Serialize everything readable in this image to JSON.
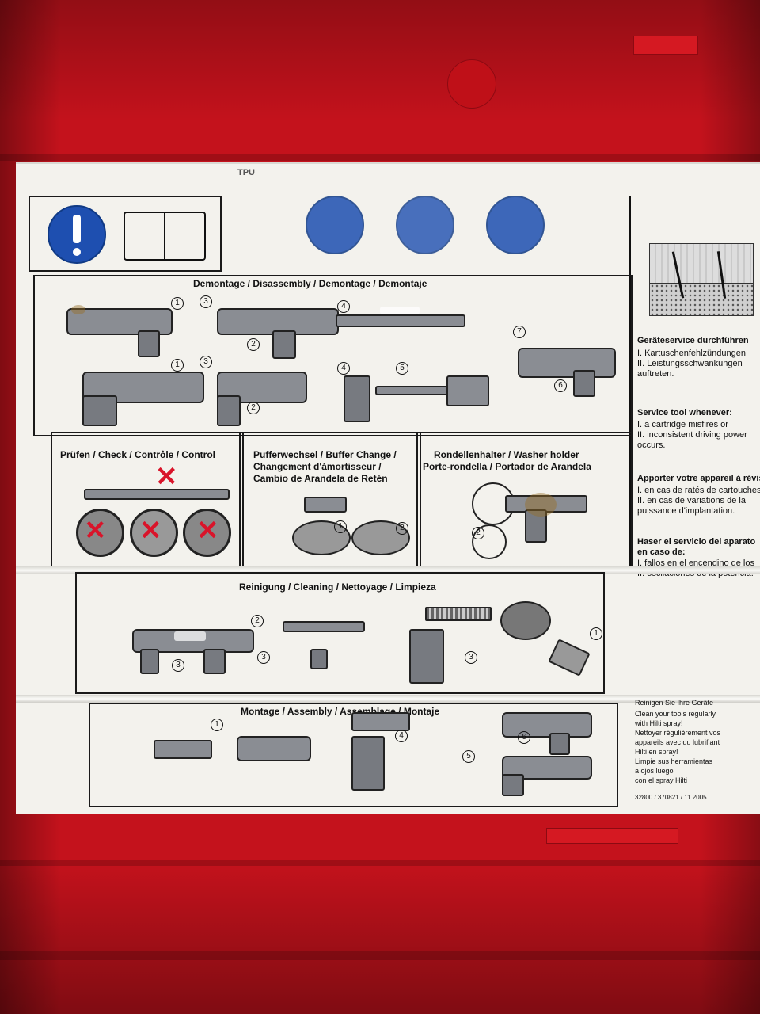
{
  "header_mark": "TPU",
  "sections": {
    "disassembly": {
      "title": "Demontage / Disassembly / Demontage / Demontaje"
    },
    "check": {
      "title": "Prüfen / Check / Contrôle / Control"
    },
    "buffer": {
      "title_lines": [
        "Pufferwechsel / Buffer Change /",
        "Changement d'ámortisseur /",
        "Cambio de Arandela de Retén"
      ]
    },
    "washer": {
      "title_lines": [
        "Rondellenhalter / Washer holder",
        "Porte-rondella / Portador de Arandela"
      ]
    },
    "cleaning": {
      "title": "Reinigung / Cleaning / Nettoyage / Limpieza"
    },
    "assembly": {
      "title": "Montage / Assembly / Assemblage / Montaje"
    }
  },
  "service_panel": {
    "de": {
      "heading": "Geräteservice durchführen",
      "items": [
        "I.  Kartuschenfehlzündungen",
        "II. Leistungsschwankungen",
        "     auftreten."
      ]
    },
    "en": {
      "heading": "Service tool whenever:",
      "items": [
        "I.  a cartridge misfires or",
        "II. inconsistent driving power",
        "     occurs."
      ]
    },
    "fr": {
      "heading": "Apporter votre appareil à révis",
      "items": [
        "I.  en cas de ratés de cartouches",
        "II. en cas de variations de la",
        "     puissance d'implantation."
      ]
    },
    "es": {
      "heading": "Haser el servicio del aparato",
      "heading2": "en caso de:",
      "items": [
        "I.  fallos en el encendino de los",
        "II. oscilaciones de la potencia."
      ]
    }
  },
  "clean_note": {
    "lines": [
      "Reinigen Sie Ihre Geräte",
      "Clean your tools regularly",
      "with Hilti spray!",
      "Nettoyer régulièrement vos",
      "appareils avec du lubrifiant",
      "Hilti en spray!",
      "Limpie sus herramientas",
      "a ojos luego",
      "con el spray Hilti"
    ]
  },
  "code": "32800 / 370821 / 11.2005",
  "step_numbers": [
    "1",
    "2",
    "3",
    "4",
    "5",
    "6",
    "7"
  ],
  "colors": {
    "case_red": "#c4121c",
    "label_white": "#f3f2ed",
    "safety_blue": "#1e4fb0",
    "cross_red": "#d9142a"
  }
}
